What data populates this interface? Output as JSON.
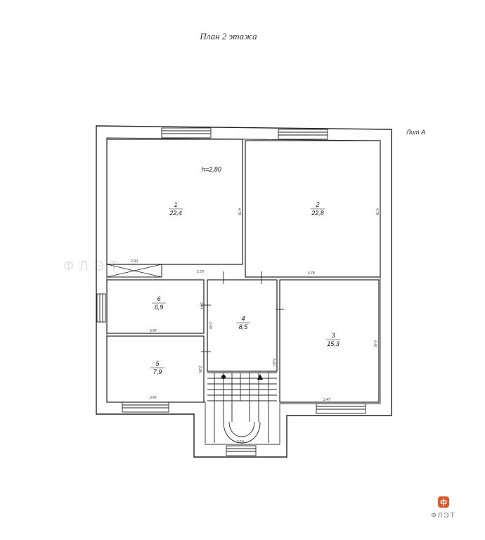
{
  "plan": {
    "title": "План 2 этажа",
    "lit": "Лит А",
    "height_label": "h=2,80",
    "rooms": [
      {
        "id": "1",
        "area": "22,4"
      },
      {
        "id": "2",
        "area": "22,8"
      },
      {
        "id": "3",
        "area": "15,3"
      },
      {
        "id": "4",
        "area": "8,5"
      },
      {
        "id": "5",
        "area": "7,9"
      },
      {
        "id": "6",
        "area": "6,9"
      }
    ],
    "dimensions": [
      "2.00",
      "2.79",
      "4.78",
      "4.78",
      "4.79",
      "3.47",
      "3.47",
      "3.47",
      "3.47",
      "4.40",
      "2.50",
      "5.90",
      "2.40",
      "2.28"
    ]
  },
  "watermark": "ФЛЭТ",
  "logo": {
    "badge": "ф",
    "text": "ФЛЭТ"
  }
}
